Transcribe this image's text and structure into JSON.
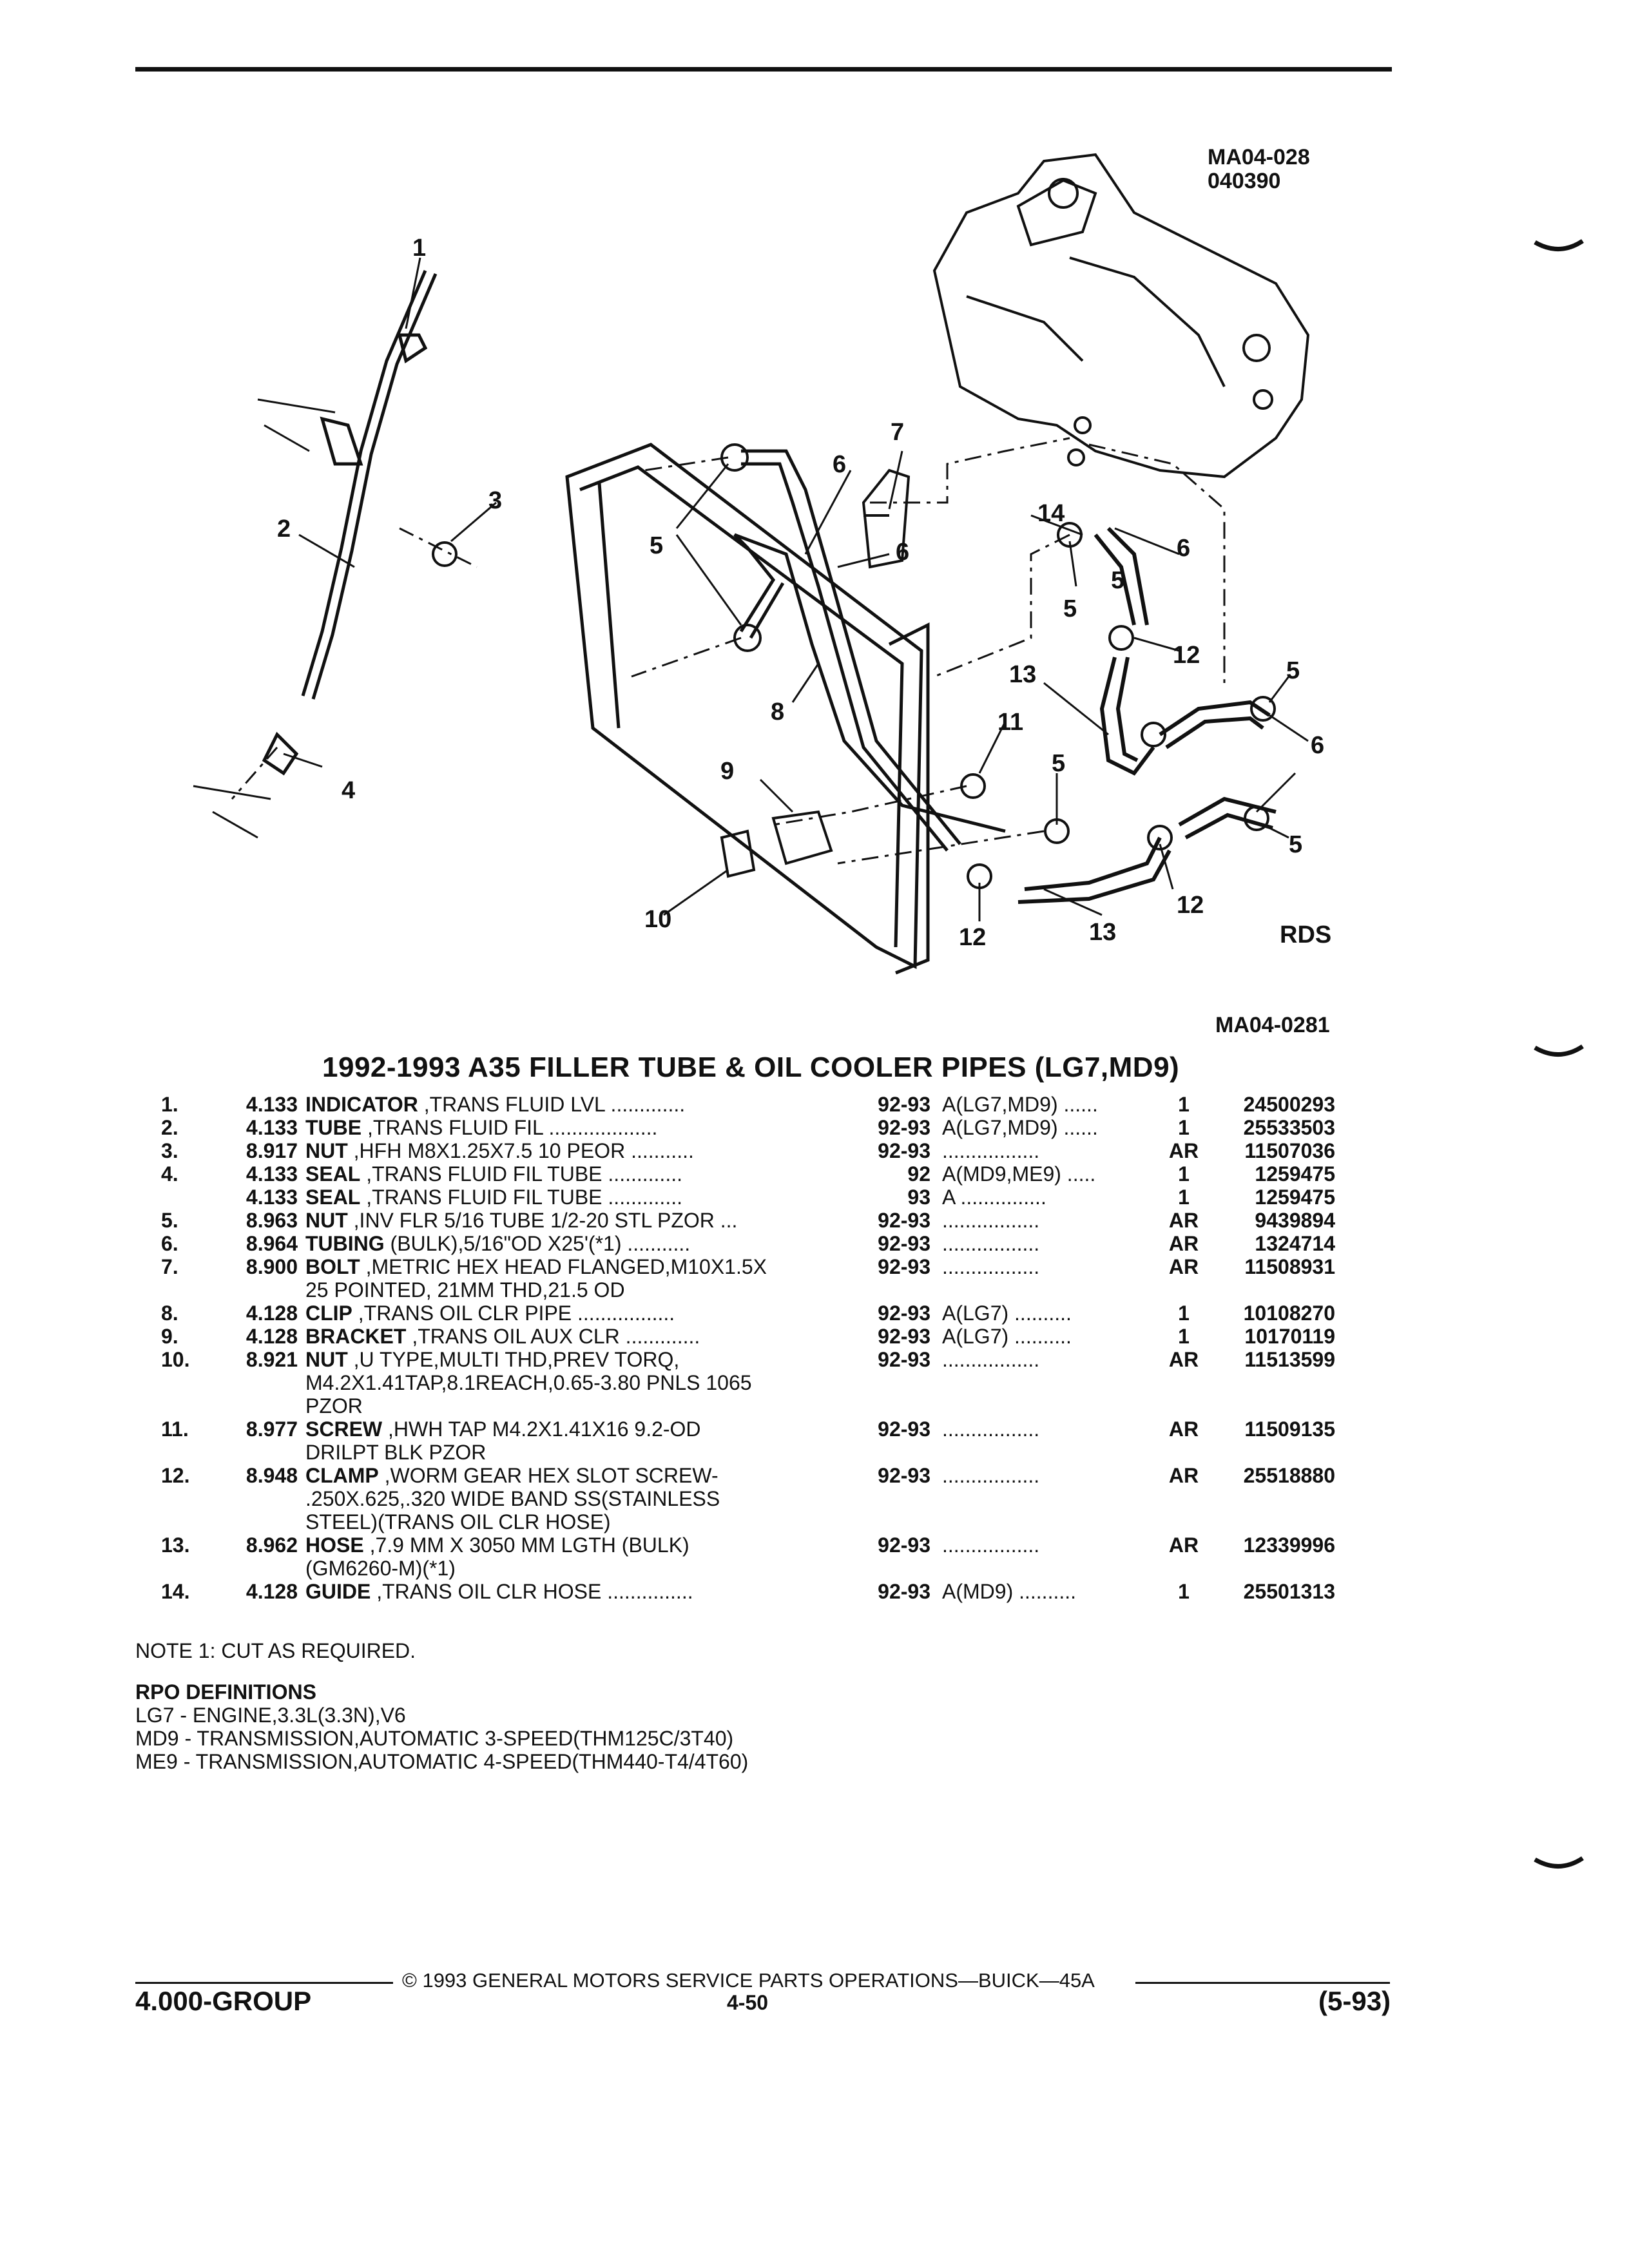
{
  "drawing": {
    "code": "MA04-028\n040390",
    "view_label": "RDS",
    "ref_code": "MA04-0281",
    "callouts": [
      "1",
      "2",
      "3",
      "4",
      "5",
      "6",
      "5",
      "6",
      "7",
      "14",
      "6",
      "5",
      "12",
      "13",
      "5",
      "6",
      "8",
      "11",
      "5",
      "9",
      "10",
      "12",
      "13",
      "12",
      "5"
    ]
  },
  "title": "1992-1993 A35 FILLER TUBE & OIL COOLER PIPES (LG7,MD9)",
  "parts": [
    {
      "num": "1.",
      "code": "4.133",
      "name": "INDICATOR",
      "desc": " ,TRANS FLUID LVL .............",
      "years": "92-93",
      "app": "A(LG7,MD9) ......",
      "qty": "1",
      "part": "24500293"
    },
    {
      "num": "2.",
      "code": "4.133",
      "name": "TUBE",
      "desc": " ,TRANS FLUID FIL ...................",
      "years": "92-93",
      "app": "A(LG7,MD9) ......",
      "qty": "1",
      "part": "25533503"
    },
    {
      "num": "3.",
      "code": "8.917",
      "name": "NUT",
      "desc": " ,HFH M8X1.25X7.5 10 PEOR ...........",
      "years": "92-93",
      "app": ".................",
      "qty": "AR",
      "part": "11507036"
    },
    {
      "num": "4.",
      "code": "4.133",
      "name": "SEAL",
      "desc": " ,TRANS FLUID FIL TUBE .............",
      "years": "92",
      "app": "A(MD9,ME9) .....",
      "qty": "1",
      "part": "1259475"
    },
    {
      "num": "",
      "code": "4.133",
      "name": "SEAL",
      "desc": " ,TRANS FLUID FIL TUBE .............",
      "years": "93",
      "app": "A ...............",
      "qty": "1",
      "part": "1259475"
    },
    {
      "num": "5.",
      "code": "8.963",
      "name": "NUT",
      "desc": " ,INV FLR 5/16 TUBE 1/2-20 STL PZOR ...",
      "years": "92-93",
      "app": ".................",
      "qty": "AR",
      "part": "9439894"
    },
    {
      "num": "6.",
      "code": "8.964",
      "name": "TUBING",
      "desc": " (BULK),5/16\"OD X25'(*1) ...........",
      "years": "92-93",
      "app": ".................",
      "qty": "AR",
      "part": "1324714"
    },
    {
      "num": "7.",
      "code": "8.900",
      "name": "BOLT",
      "desc": " ,METRIC HEX HEAD FLANGED,M10X1.5X",
      "years": "92-93",
      "app": ".................",
      "qty": "AR",
      "part": "11508931",
      "cont": [
        "25 POINTED, 21MM THD,21.5 OD"
      ]
    },
    {
      "num": "8.",
      "code": "4.128",
      "name": "CLIP",
      "desc": " ,TRANS OIL CLR PIPE .................",
      "years": "92-93",
      "app": "A(LG7) ..........",
      "qty": "1",
      "part": "10108270"
    },
    {
      "num": "9.",
      "code": "4.128",
      "name": "BRACKET",
      "desc": " ,TRANS OIL AUX CLR .............",
      "years": "92-93",
      "app": "A(LG7) ..........",
      "qty": "1",
      "part": "10170119"
    },
    {
      "num": "10.",
      "code": "8.921",
      "name": "NUT",
      "desc": " ,U TYPE,MULTI THD,PREV TORQ,",
      "years": "92-93",
      "app": ".................",
      "qty": "AR",
      "part": "11513599",
      "cont": [
        "M4.2X1.41TAP,8.1REACH,0.65-3.80 PNLS 1065",
        "PZOR"
      ]
    },
    {
      "num": "11.",
      "code": "8.977",
      "name": "SCREW",
      "desc": " ,HWH TAP M4.2X1.41X16 9.2-OD",
      "years": "92-93",
      "app": ".................",
      "qty": "AR",
      "part": "11509135",
      "cont": [
        "DRILPT BLK PZOR"
      ]
    },
    {
      "num": "12.",
      "code": "8.948",
      "name": "CLAMP",
      "desc": " ,WORM GEAR HEX SLOT SCREW-",
      "years": "92-93",
      "app": ".................",
      "qty": "AR",
      "part": "25518880",
      "cont": [
        ".250X.625,.320 WIDE BAND SS(STAINLESS",
        "STEEL)(TRANS OIL CLR HOSE)"
      ]
    },
    {
      "num": "13.",
      "code": "8.962",
      "name": "HOSE",
      "desc": " ,7.9 MM X 3050 MM LGTH (BULK)",
      "years": "92-93",
      "app": ".................",
      "qty": "AR",
      "part": "12339996",
      "cont": [
        "(GM6260-M)(*1)"
      ]
    },
    {
      "num": "14.",
      "code": "4.128",
      "name": "GUIDE",
      "desc": " ,TRANS OIL CLR HOSE ...............",
      "years": "92-93",
      "app": "A(MD9) ..........",
      "qty": "1",
      "part": "25501313"
    }
  ],
  "note": "NOTE  1:  CUT AS REQUIRED.",
  "rpo": {
    "title": "RPO DEFINITIONS",
    "lines": [
      "LG7 - ENGINE,3.3L(3.3N),V6",
      "MD9 - TRANSMISSION,AUTOMATIC 3-SPEED(THM125C/3T40)",
      "ME9 - TRANSMISSION,AUTOMATIC 4-SPEED(THM440-T4/4T60)"
    ]
  },
  "footer": {
    "copyright": "©  1993  GENERAL MOTORS SERVICE PARTS OPERATIONS—BUICK—45A",
    "group": "4.000-GROUP",
    "page": "4-50",
    "date": "(5-93)"
  }
}
